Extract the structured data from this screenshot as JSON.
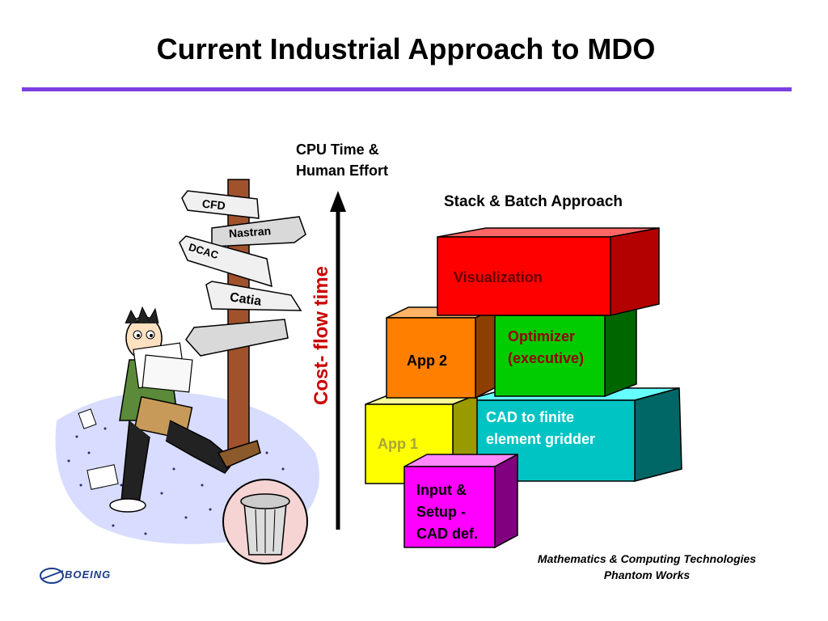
{
  "title": "Current Industrial Approach to MDO",
  "axis": {
    "top_label_line1": "CPU Time &",
    "top_label_line2": "Human Effort",
    "side_label": "Cost- flow time"
  },
  "stack_title": "Stack & Batch Approach",
  "blocks": {
    "visualization": "Visualization",
    "app2": "App 2",
    "optimizer_line1": "Optimizer",
    "optimizer_line2": "(executive)",
    "app1": "App 1",
    "cad_line1": "CAD to finite",
    "cad_line2": "element  gridder",
    "input_line1": "Input &",
    "input_line2": "Setup -",
    "input_line3": "CAD def."
  },
  "signs": {
    "s1": "CFD",
    "s2": "Nastran",
    "s3": "DCAC",
    "s4": "Catia"
  },
  "footer": {
    "line1": "Mathematics & Computing Technologies",
    "line2": "Phantom Works"
  },
  "logo": {
    "text": "BOEING"
  },
  "colors": {
    "rule": "#7b3fe0",
    "visualization": "#ff0000",
    "app2": "#ff7f00",
    "optimizer": "#00cc00",
    "app1": "#ffff00",
    "cad": "#00c4c4",
    "input": "#ff00ff",
    "cost_label": "#cc0000"
  }
}
